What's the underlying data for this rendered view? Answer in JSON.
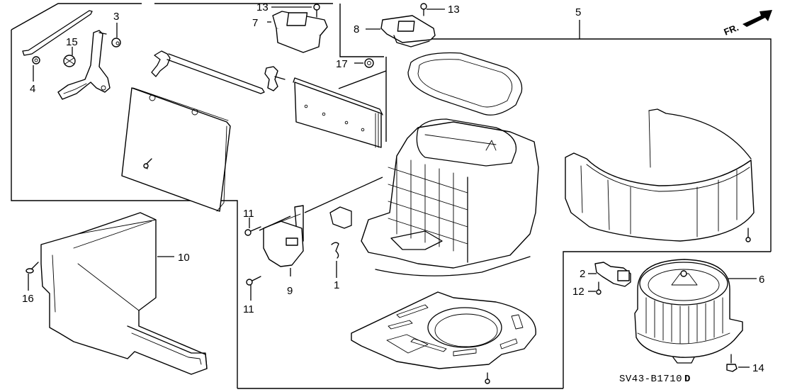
{
  "diagram": {
    "title": "Heater Blower Assembly — exploded parts diagram",
    "reference_code": "SV43-B1710",
    "reference_suffix": "D",
    "orientation_label": "FR.",
    "orientation_icon": "front-direction-arrow-icon",
    "callouts": [
      {
        "id": "c1",
        "label": "1",
        "part": "clip"
      },
      {
        "id": "c2",
        "label": "2",
        "part": "connector"
      },
      {
        "id": "c3",
        "label": "3",
        "part": "nut"
      },
      {
        "id": "c4",
        "label": "4",
        "part": "nut"
      },
      {
        "id": "c5",
        "label": "5",
        "part": "blower housing assembly"
      },
      {
        "id": "c6",
        "label": "6",
        "part": "blower motor with fan"
      },
      {
        "id": "c7",
        "label": "7",
        "part": "resistor / power transistor"
      },
      {
        "id": "c8",
        "label": "8",
        "part": "bracket / relay"
      },
      {
        "id": "c9",
        "label": "9",
        "part": "recirculation control motor"
      },
      {
        "id": "c10",
        "label": "10",
        "part": "duct"
      },
      {
        "id": "c11a",
        "label": "11",
        "part": "screw"
      },
      {
        "id": "c11b",
        "label": "11",
        "part": "screw"
      },
      {
        "id": "c12",
        "label": "12",
        "part": "screw"
      },
      {
        "id": "c13a",
        "label": "13",
        "part": "screw"
      },
      {
        "id": "c13b",
        "label": "13",
        "part": "screw"
      },
      {
        "id": "c14",
        "label": "14",
        "part": "tapping screw"
      },
      {
        "id": "c15",
        "label": "15",
        "part": "clip"
      },
      {
        "id": "c16",
        "label": "16",
        "part": "screw-washer"
      },
      {
        "id": "c17",
        "label": "17",
        "part": "nut"
      }
    ]
  }
}
